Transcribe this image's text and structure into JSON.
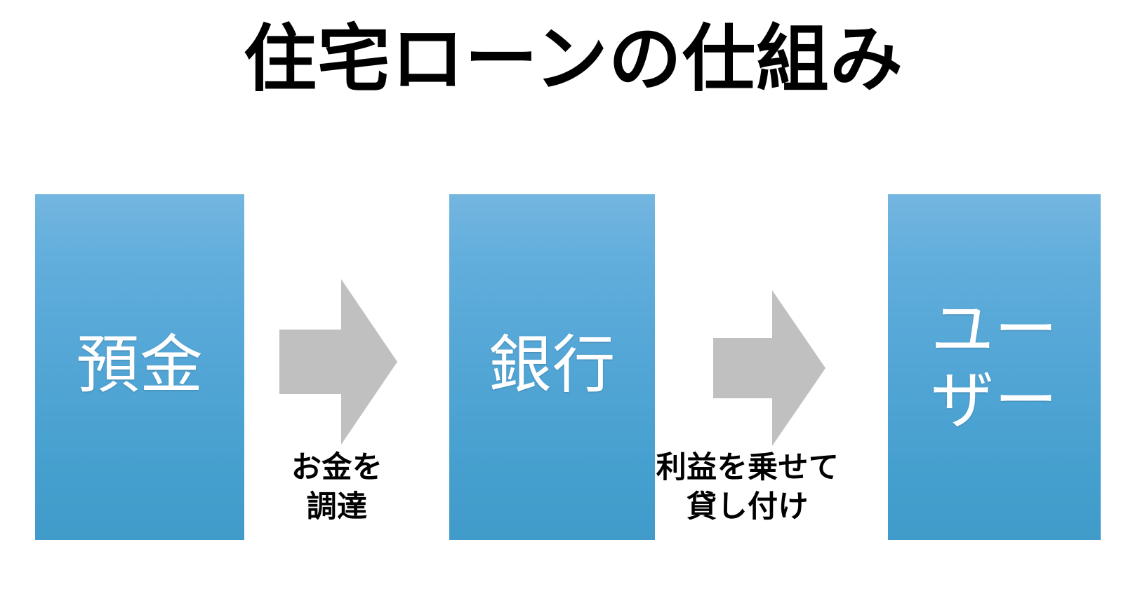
{
  "slide": {
    "title": "住宅ローンの仕組み",
    "background_color": "#ffffff"
  },
  "colors": {
    "box_gradient_top": "#74b6e0",
    "box_gradient_bottom": "#409bca",
    "arrow_fill": "#c0c0c0",
    "box_text": "#ffffff",
    "caption_text": "#000000",
    "title_text": "#000000"
  },
  "diagram": {
    "type": "flow",
    "nodes": [
      {
        "id": "deposit",
        "label": "預金"
      },
      {
        "id": "bank",
        "label": "銀行"
      },
      {
        "id": "user",
        "label": "ユー\nザー"
      }
    ],
    "arrows": [
      {
        "id": "arrow-deposit-to-bank",
        "from": "deposit",
        "to": "bank",
        "direction": "right",
        "caption": "お金を\n調達"
      },
      {
        "id": "arrow-bank-to-user",
        "from": "bank",
        "to": "user",
        "direction": "right",
        "caption": "利益を乗せて\n貸し付け"
      }
    ]
  }
}
